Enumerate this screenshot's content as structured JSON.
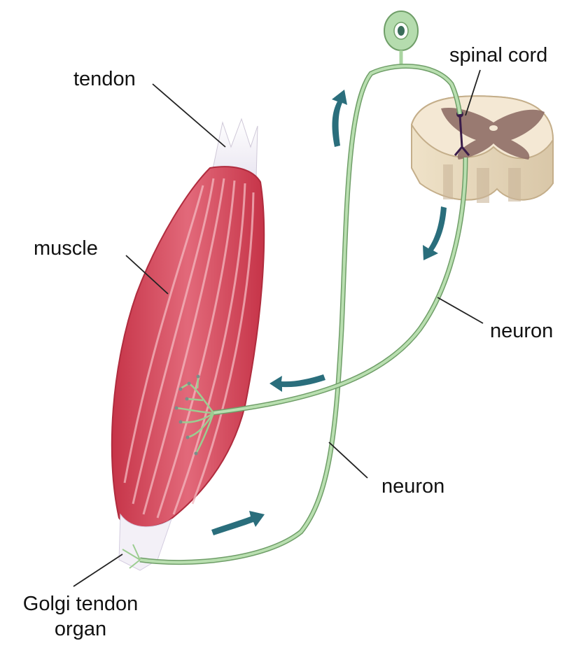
{
  "labels": {
    "tendon": "tendon",
    "spinal_cord": "spinal cord",
    "muscle": "muscle",
    "neuron_upper": "neuron",
    "neuron_lower": "neuron",
    "golgi_line1": "Golgi tendon",
    "golgi_line2": "organ"
  },
  "colors": {
    "muscle": "#d94a5c",
    "muscle_dark": "#b8323f",
    "muscle_stripe": "#f4b9c0",
    "neuron": "#a9d4a0",
    "neuron_edge": "#6f9e68",
    "arrow": "#2a6e7c",
    "cord_grey_matter": "#8f6e66",
    "cord_white_matter": "#f4e8d4",
    "interneuron": "#3a1c4a"
  }
}
